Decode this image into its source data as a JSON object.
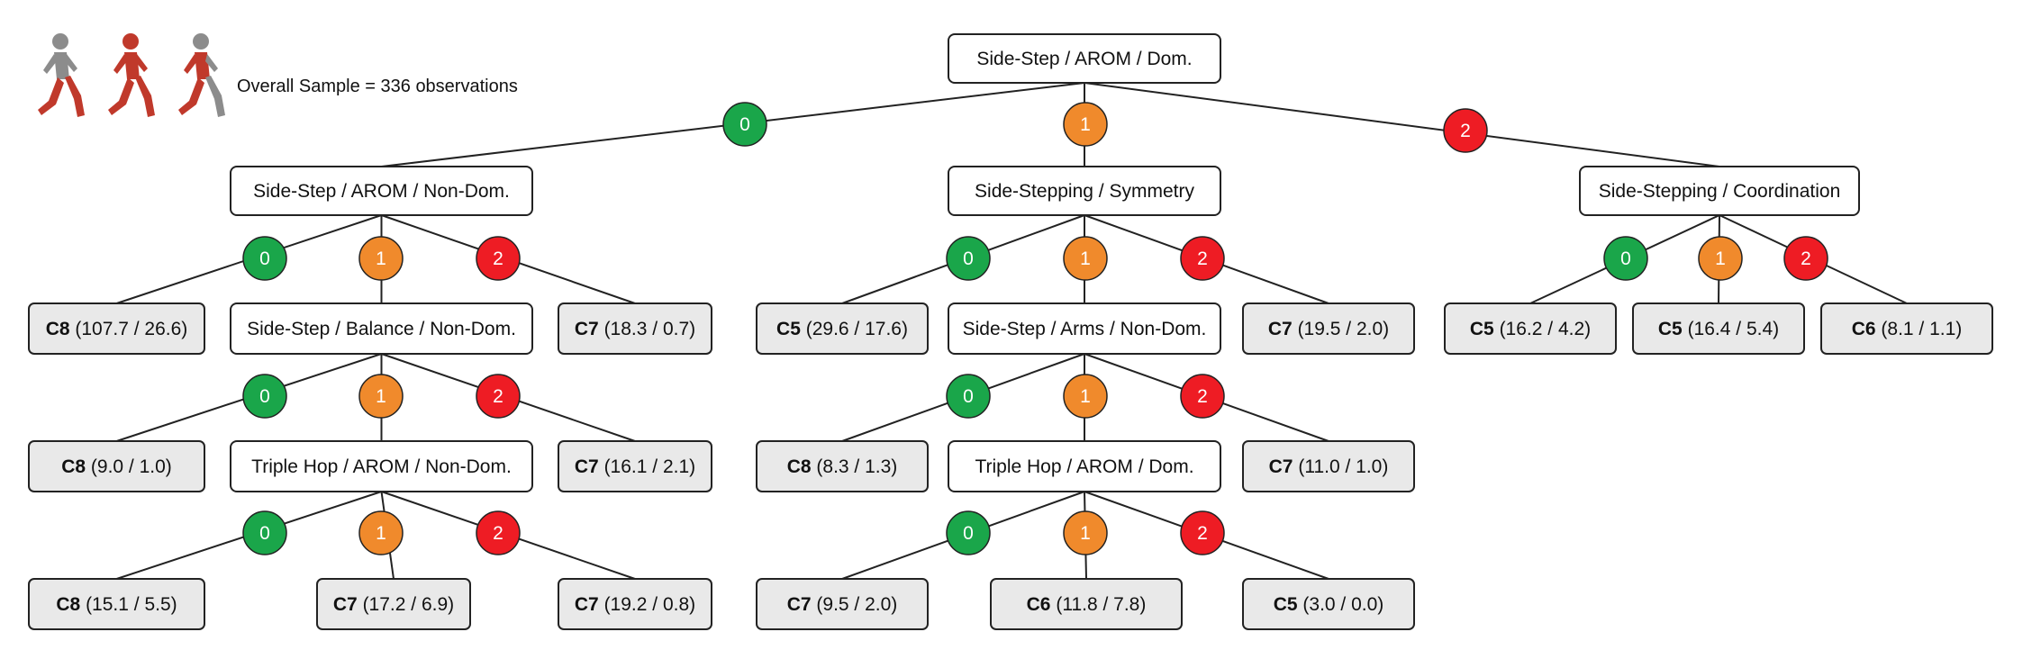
{
  "header": {
    "sample_label": "Overall Sample = 336 observations",
    "icons": [
      "walker-gray-red-icon",
      "walker-red-icon",
      "walker-red-gray-icon"
    ]
  },
  "colors": {
    "score_0": "#1aa64a",
    "score_1": "#f08a2c",
    "score_2": "#ee1c24",
    "leaf_fill": "#e9e9e9",
    "walker_red": "#c0392b",
    "walker_gray": "#8c8c8c"
  },
  "tree": {
    "nodes": [
      {
        "id": "root",
        "label": "Side-Step / AROM / Dom."
      },
      {
        "id": "n_l1",
        "label": "Side-Step / AROM / Non-Dom."
      },
      {
        "id": "n_m1",
        "label": "Side-Stepping / Symmetry"
      },
      {
        "id": "n_r1",
        "label": "Side-Stepping / Coordination"
      },
      {
        "id": "n_l2",
        "label": "Side-Step / Balance / Non-Dom."
      },
      {
        "id": "n_m2",
        "label": "Side-Step / Arms / Non-Dom."
      },
      {
        "id": "n_l3",
        "label": "Triple Hop / AROM / Non-Dom."
      },
      {
        "id": "n_m3",
        "label": "Triple Hop / AROM / Dom."
      }
    ],
    "leaves": [
      {
        "id": "leaf_l1_0",
        "cls": "C8",
        "vals": "(107.7 / 26.6)"
      },
      {
        "id": "leaf_l1_2",
        "cls": "C7",
        "vals": "(18.3 / 0.7)"
      },
      {
        "id": "leaf_l2_0",
        "cls": "C8",
        "vals": "(9.0 / 1.0)"
      },
      {
        "id": "leaf_l2_2",
        "cls": "C7",
        "vals": "(16.1 / 2.1)"
      },
      {
        "id": "leaf_l3_0",
        "cls": "C8",
        "vals": "(15.1 / 5.5)"
      },
      {
        "id": "leaf_l3_1",
        "cls": "C7",
        "vals": "(17.2 / 6.9)"
      },
      {
        "id": "leaf_l3_2",
        "cls": "C7",
        "vals": "(19.2 / 0.8)"
      },
      {
        "id": "leaf_m1_0",
        "cls": "C5",
        "vals": "(29.6 / 17.6)"
      },
      {
        "id": "leaf_m1_2",
        "cls": "C7",
        "vals": "(19.5 / 2.0)"
      },
      {
        "id": "leaf_m2_0",
        "cls": "C8",
        "vals": "(8.3 / 1.3)"
      },
      {
        "id": "leaf_m2_2",
        "cls": "C7",
        "vals": "(11.0 / 1.0)"
      },
      {
        "id": "leaf_m3_0",
        "cls": "C7",
        "vals": "(9.5 / 2.0)"
      },
      {
        "id": "leaf_m3_1",
        "cls": "C6",
        "vals": "(11.8 / 7.8)"
      },
      {
        "id": "leaf_m3_2",
        "cls": "C5",
        "vals": "(3.0 / 0.0)"
      },
      {
        "id": "leaf_r1_0",
        "cls": "C5",
        "vals": "(16.2 / 4.2)"
      },
      {
        "id": "leaf_r1_1",
        "cls": "C5",
        "vals": "(16.4 / 5.4)"
      },
      {
        "id": "leaf_r1_2",
        "cls": "C6",
        "vals": "(8.1 / 1.1)"
      }
    ],
    "edges": [
      {
        "from": "root",
        "to": "n_l1",
        "score": "0"
      },
      {
        "from": "root",
        "to": "n_m1",
        "score": "1"
      },
      {
        "from": "root",
        "to": "n_r1",
        "score": "2"
      },
      {
        "from": "n_l1",
        "to": "leaf_l1_0",
        "score": "0"
      },
      {
        "from": "n_l1",
        "to": "n_l2",
        "score": "1"
      },
      {
        "from": "n_l1",
        "to": "leaf_l1_2",
        "score": "2"
      },
      {
        "from": "n_l2",
        "to": "leaf_l2_0",
        "score": "0"
      },
      {
        "from": "n_l2",
        "to": "n_l3",
        "score": "1"
      },
      {
        "from": "n_l2",
        "to": "leaf_l2_2",
        "score": "2"
      },
      {
        "from": "n_l3",
        "to": "leaf_l3_0",
        "score": "0"
      },
      {
        "from": "n_l3",
        "to": "leaf_l3_1",
        "score": "1"
      },
      {
        "from": "n_l3",
        "to": "leaf_l3_2",
        "score": "2"
      },
      {
        "from": "n_m1",
        "to": "leaf_m1_0",
        "score": "0"
      },
      {
        "from": "n_m1",
        "to": "n_m2",
        "score": "1"
      },
      {
        "from": "n_m1",
        "to": "leaf_m1_2",
        "score": "2"
      },
      {
        "from": "n_m2",
        "to": "leaf_m2_0",
        "score": "0"
      },
      {
        "from": "n_m2",
        "to": "n_m3",
        "score": "1"
      },
      {
        "from": "n_m2",
        "to": "leaf_m2_2",
        "score": "2"
      },
      {
        "from": "n_m3",
        "to": "leaf_m3_0",
        "score": "0"
      },
      {
        "from": "n_m3",
        "to": "leaf_m3_1",
        "score": "1"
      },
      {
        "from": "n_m3",
        "to": "leaf_m3_2",
        "score": "2"
      },
      {
        "from": "n_r1",
        "to": "leaf_r1_0",
        "score": "0"
      },
      {
        "from": "n_r1",
        "to": "leaf_r1_1",
        "score": "1"
      },
      {
        "from": "n_r1",
        "to": "leaf_r1_2",
        "score": "2"
      }
    ]
  }
}
